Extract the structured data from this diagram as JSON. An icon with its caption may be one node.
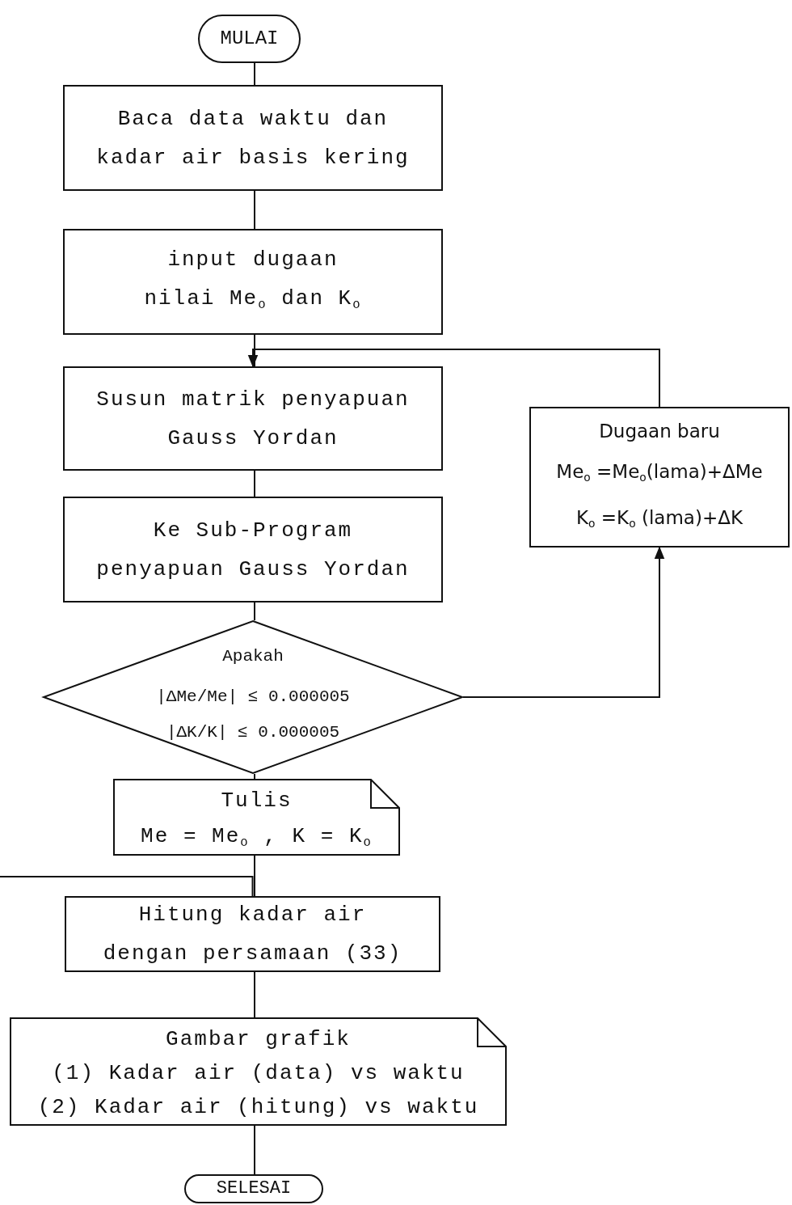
{
  "diagram": {
    "nodes": [
      {
        "text": [
          "MULAI"
        ]
      },
      {
        "text": [
          "Baca data waktu dan kadar air basis  kering"
        ]
      },
      {
        "text": [
          "input dugaan nilai Me$_{o}$ dan K$_{o}$"
        ]
      },
      {
        "text": [
          "Susun matrik penyapuan Gauss Yordan"
        ]
      },
      {
        "text": [
          "Ke Sub-Program penyapuan Gauss Yordan"
        ]
      },
      {
        "text": [
          "Apakah",
          "|ΔMe/Me| ≤ 0.000005",
          "|ΔK/K| ≤ 0.000005"
        ]
      },
      {
        "text": [
          "Tulis",
          "Me = Me$_{o}$ , K = K$_{o}$"
        ]
      },
      {
        "text": [
          "Hitung kadar air dengan persamaan (33)"
        ]
      },
      {
        "text": [
          "Gambar grafik",
          "(1) Kadar air (data) vs waktu",
          "(2) Kadar air (hitung) vs waktu"
        ]
      },
      {
        "text": [
          "SELESAI"
        ]
      },
      {
        "text": [
          "Dugaan baru",
          "Me$_{o}$ =Me$_{o}$(lama)+ΔMe",
          "K$_{o}$ =K$_{o}$ (lama)+ΔK"
        ]
      }
    ],
    "edges": [
      {
        "from": 0,
        "to": 1,
        "arrow": "none"
      },
      {
        "from": 1,
        "to": 2,
        "arrow": "none"
      },
      {
        "from": 2,
        "to": 3,
        "arrow": "none"
      },
      {
        "from": 3,
        "to": 4,
        "arrow": "none"
      },
      {
        "from": 4,
        "to": 5,
        "arrow": "none"
      },
      {
        "from": 5,
        "to": 6,
        "arrow": "none"
      },
      {
        "from": 6,
        "to": 7,
        "arrow": "none"
      },
      {
        "from": 7,
        "to": 8,
        "arrow": "none"
      },
      {
        "from": 8,
        "to": 9,
        "arrow": "none"
      },
      {
        "from": 5,
        "to": 10,
        "arrow": "to"
      },
      {
        "from": 10,
        "to": 3,
        "arrow": "to"
      },
      {
        "from": null,
        "to": 7,
        "arrow": "none"
      }
    ]
  }
}
